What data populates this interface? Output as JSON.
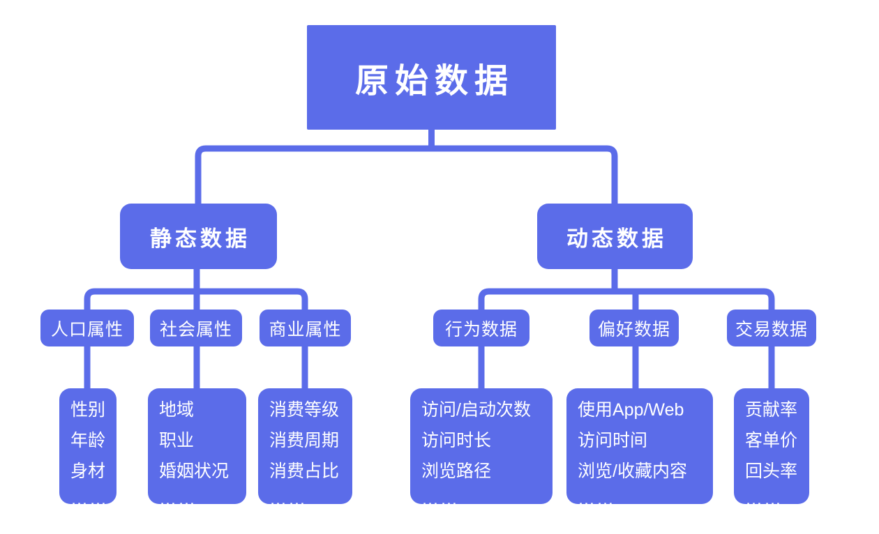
{
  "colors": {
    "node_blue": "#5b6ce9",
    "connector_blue": "#5b6ce9",
    "text_white": "#ffffff",
    "background": "#ffffff"
  },
  "tree": {
    "root": {
      "label": "原始数据"
    },
    "branches": [
      {
        "label": "静态数据",
        "children": [
          {
            "label": "人口属性",
            "items": [
              "性别",
              "年龄",
              "身材",
              "……"
            ]
          },
          {
            "label": "社会属性",
            "items": [
              "地域",
              "职业",
              "婚姻状况",
              "……"
            ]
          },
          {
            "label": "商业属性",
            "items": [
              "消费等级",
              "消费周期",
              "消费占比",
              "……"
            ]
          }
        ]
      },
      {
        "label": "动态数据",
        "children": [
          {
            "label": "行为数据",
            "items": [
              "访问/启动次数",
              "访问时长",
              "浏览路径",
              "……"
            ]
          },
          {
            "label": "偏好数据",
            "items": [
              "使用App/Web",
              "访问时间",
              "浏览/收藏内容",
              "……"
            ]
          },
          {
            "label": "交易数据",
            "items": [
              "贡献率",
              "客单价",
              "回头率",
              "……"
            ]
          }
        ]
      }
    ]
  }
}
